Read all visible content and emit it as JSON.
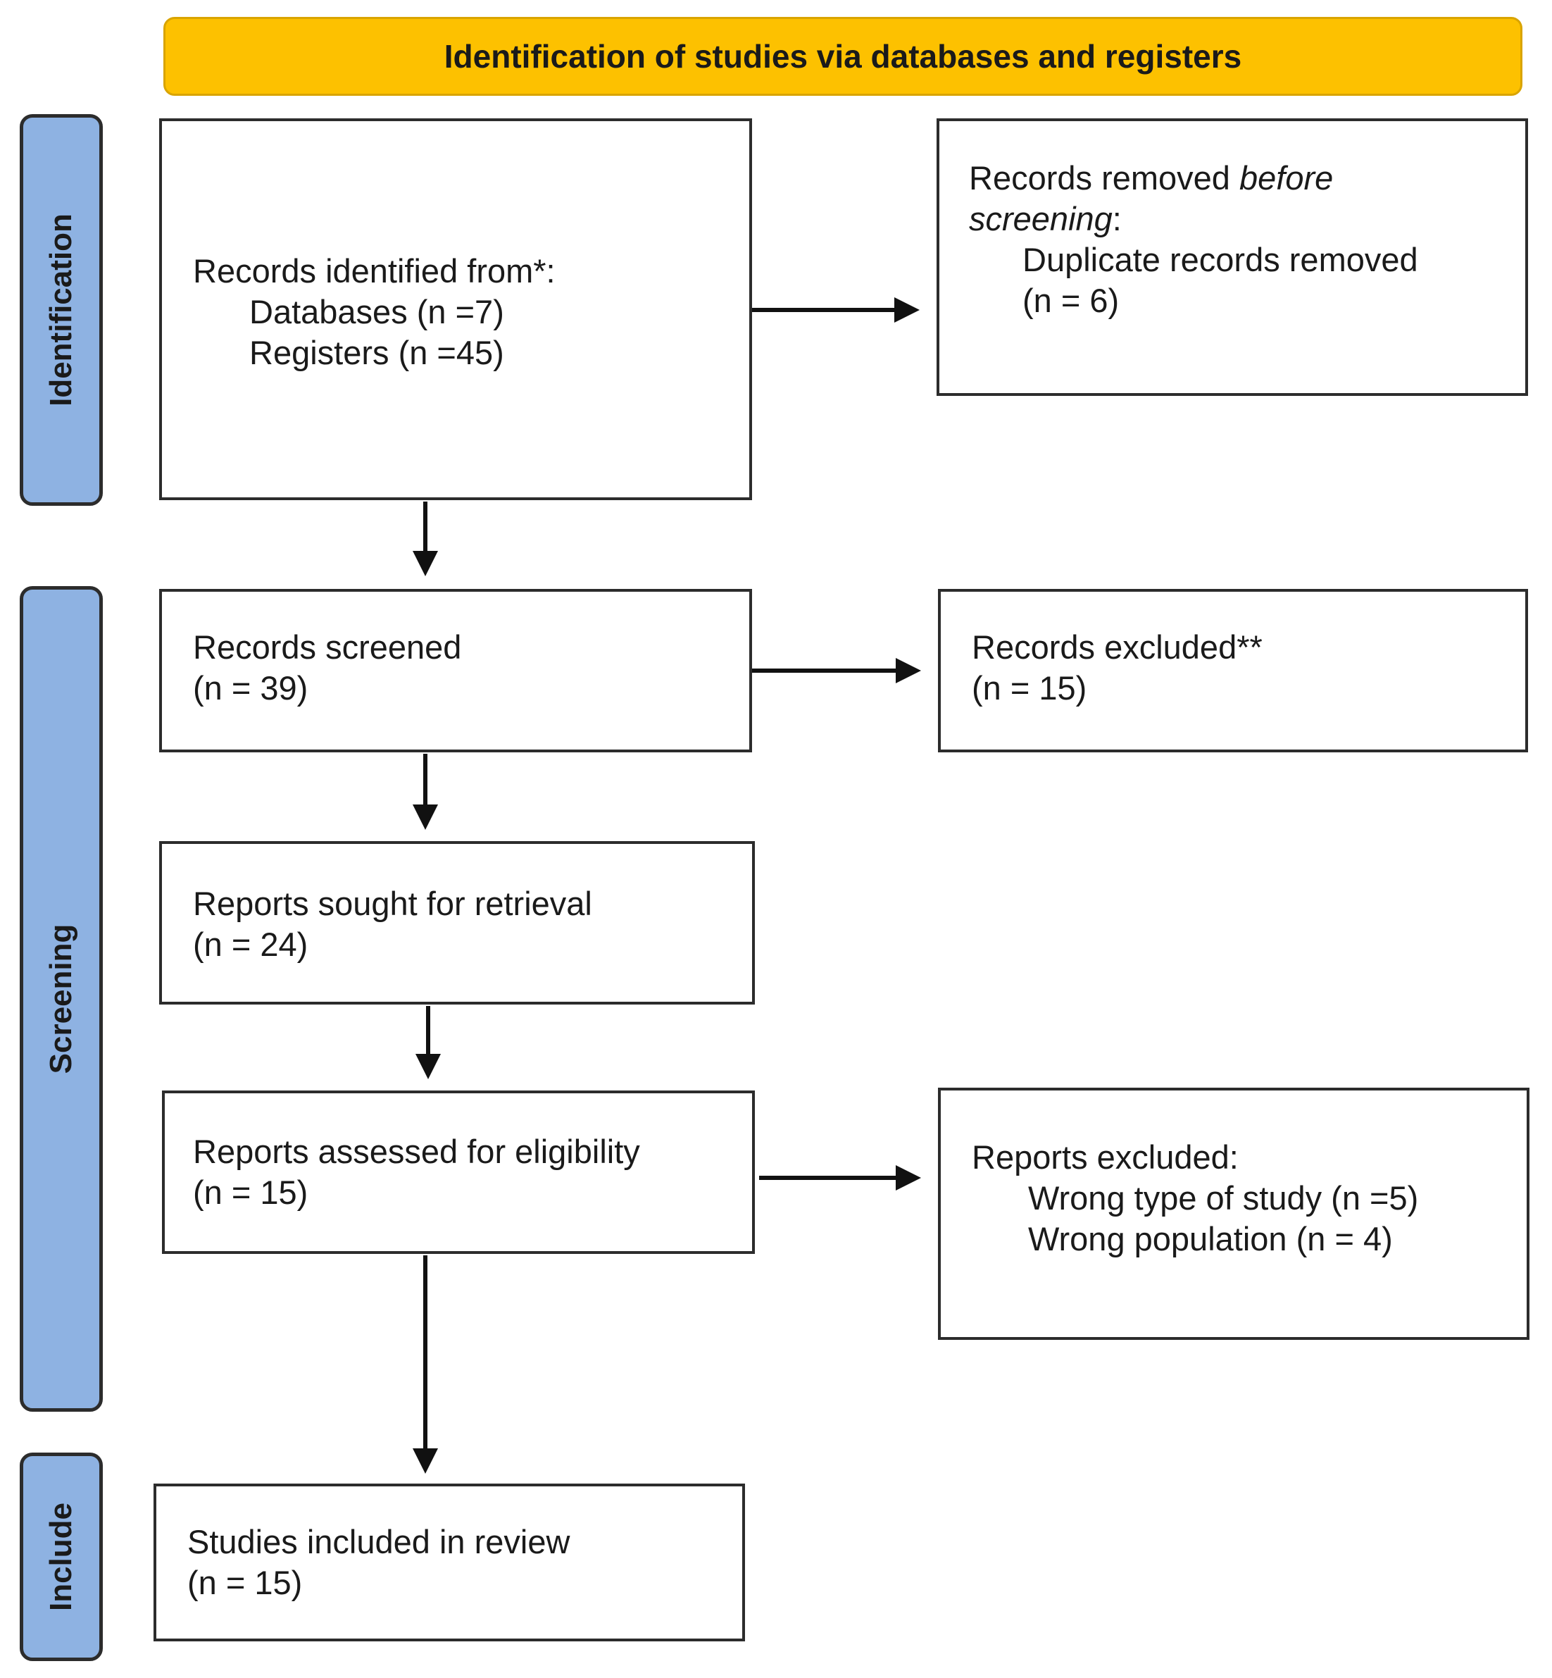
{
  "header": {
    "title": "Identification of studies via databases and registers"
  },
  "phases": {
    "identification": "Identification",
    "screening": "Screening",
    "include": "Include"
  },
  "boxes": {
    "identified": {
      "line1": "Records identified from*:",
      "line2": "Databases (n =7)",
      "line3": "Registers (n =45)"
    },
    "removed": {
      "line1_prefix": "Records removed ",
      "line1_italic": "before",
      "line2_italic": "screening",
      "line2_suffix": ":",
      "line3": "Duplicate records removed",
      "line4": "(n = 6)"
    },
    "screened": {
      "line1": "Records screened",
      "line2": "(n = 39)"
    },
    "excluded": {
      "line1": "Records excluded**",
      "line2": "(n = 15)"
    },
    "sought": {
      "line1": "Reports sought for retrieval",
      "line2": "(n = 24)"
    },
    "assessed": {
      "line1": "Reports assessed for eligibility",
      "line2": "(n = 15)"
    },
    "reports_excluded": {
      "line1": "Reports excluded:",
      "line2": "Wrong type of study (n =5)",
      "line3": "Wrong population (n = 4)"
    },
    "included": {
      "line1": "Studies included in review",
      "line2": "(n = 15)"
    }
  },
  "colors": {
    "header_fill": "#fdc100",
    "phase_fill": "#8eb2e2",
    "border": "#2c2c2c"
  }
}
